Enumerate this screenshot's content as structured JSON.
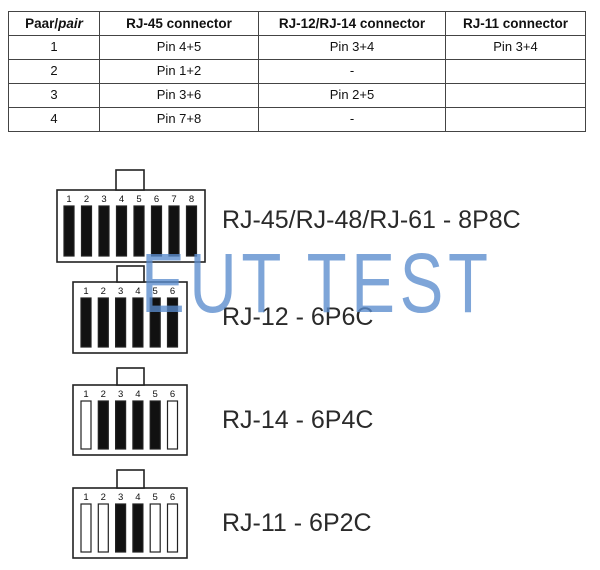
{
  "table": {
    "headers": {
      "col1_main": "Paar/",
      "col1_italic": "pair",
      "col2": "RJ-45 connector",
      "col3": "RJ-12/RJ-14 connector",
      "col4": "RJ-11 connector"
    },
    "rows": [
      [
        "1",
        "Pin 4+5",
        "Pin 3+4",
        "Pin 3+4"
      ],
      [
        "2",
        "Pin 1+2",
        "-",
        ""
      ],
      [
        "3",
        "Pin 3+6",
        "Pin 2+5",
        ""
      ],
      [
        "4",
        "Pin 7+8",
        "-",
        ""
      ]
    ]
  },
  "connectors": [
    {
      "label": "RJ-45/RJ-48/RJ-61 - 8P8C",
      "pin_numbers": [
        "1",
        "2",
        "3",
        "4",
        "5",
        "6",
        "7",
        "8"
      ],
      "pins_filled": [
        true,
        true,
        true,
        true,
        true,
        true,
        true,
        true
      ]
    },
    {
      "label": "RJ-12 - 6P6C",
      "pin_numbers": [
        "1",
        "2",
        "3",
        "4",
        "5",
        "6"
      ],
      "pins_filled": [
        true,
        true,
        true,
        true,
        true,
        true
      ]
    },
    {
      "label": "RJ-14 - 6P4C",
      "pin_numbers": [
        "1",
        "2",
        "3",
        "4",
        "5",
        "6"
      ],
      "pins_filled": [
        false,
        true,
        true,
        true,
        true,
        false
      ]
    },
    {
      "label": "RJ-11 - 6P2C",
      "pin_numbers": [
        "1",
        "2",
        "3",
        "4",
        "5",
        "6"
      ],
      "pins_filled": [
        false,
        false,
        true,
        true,
        false,
        false
      ]
    }
  ],
  "watermark": "EUT TEST",
  "colors": {
    "pin_fill": "#111111",
    "outline": "#222222",
    "watermark": "#5a8ccd"
  }
}
